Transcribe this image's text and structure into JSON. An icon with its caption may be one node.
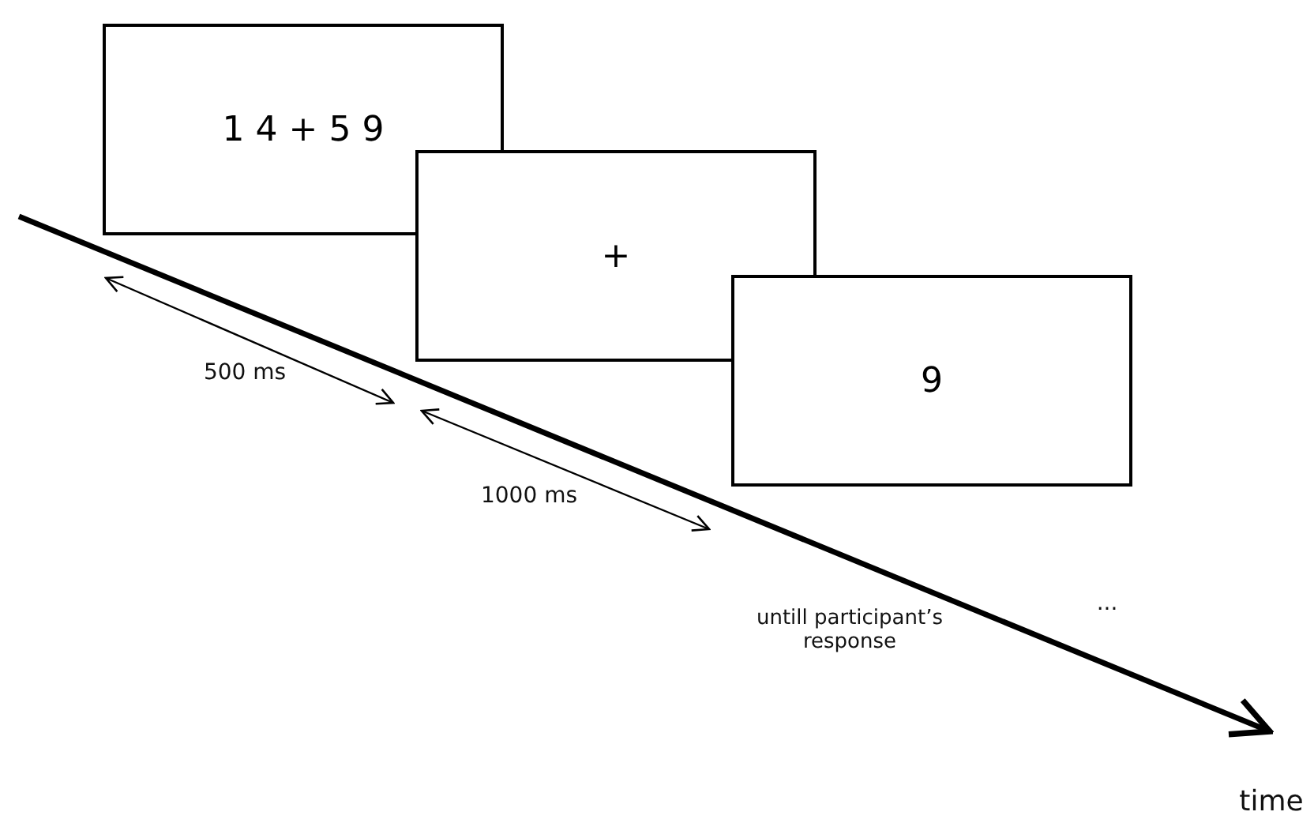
{
  "diagram": {
    "nodes": [
      {
        "text": [
          "1 4 + 5 9"
        ]
      },
      {
        "text": [
          "+"
        ]
      },
      {
        "text": [
          "9"
        ]
      }
    ],
    "labels": [
      "500 ms",
      "1000 ms",
      "...",
      "untill participant’s response",
      "time"
    ]
  }
}
